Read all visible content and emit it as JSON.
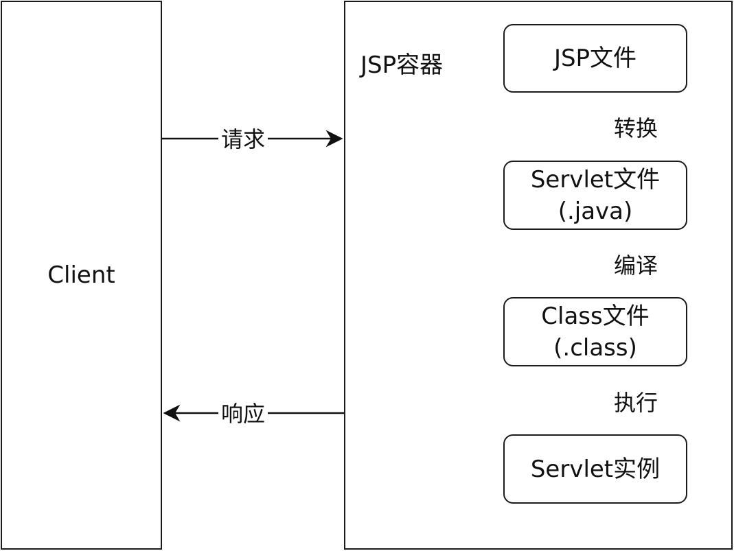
{
  "client": {
    "label": "Client"
  },
  "container": {
    "label": "JSP容器"
  },
  "steps": [
    {
      "line1": "JSP文件",
      "line2": ""
    },
    {
      "line1": "Servlet文件",
      "line2": "(.java)"
    },
    {
      "line1": "Class文件",
      "line2": "(.class)"
    },
    {
      "line1": "Servlet实例",
      "line2": ""
    }
  ],
  "edges": {
    "request": "请求",
    "response": "响应",
    "convert": "转换",
    "compile": "编译",
    "execute": "执行"
  }
}
